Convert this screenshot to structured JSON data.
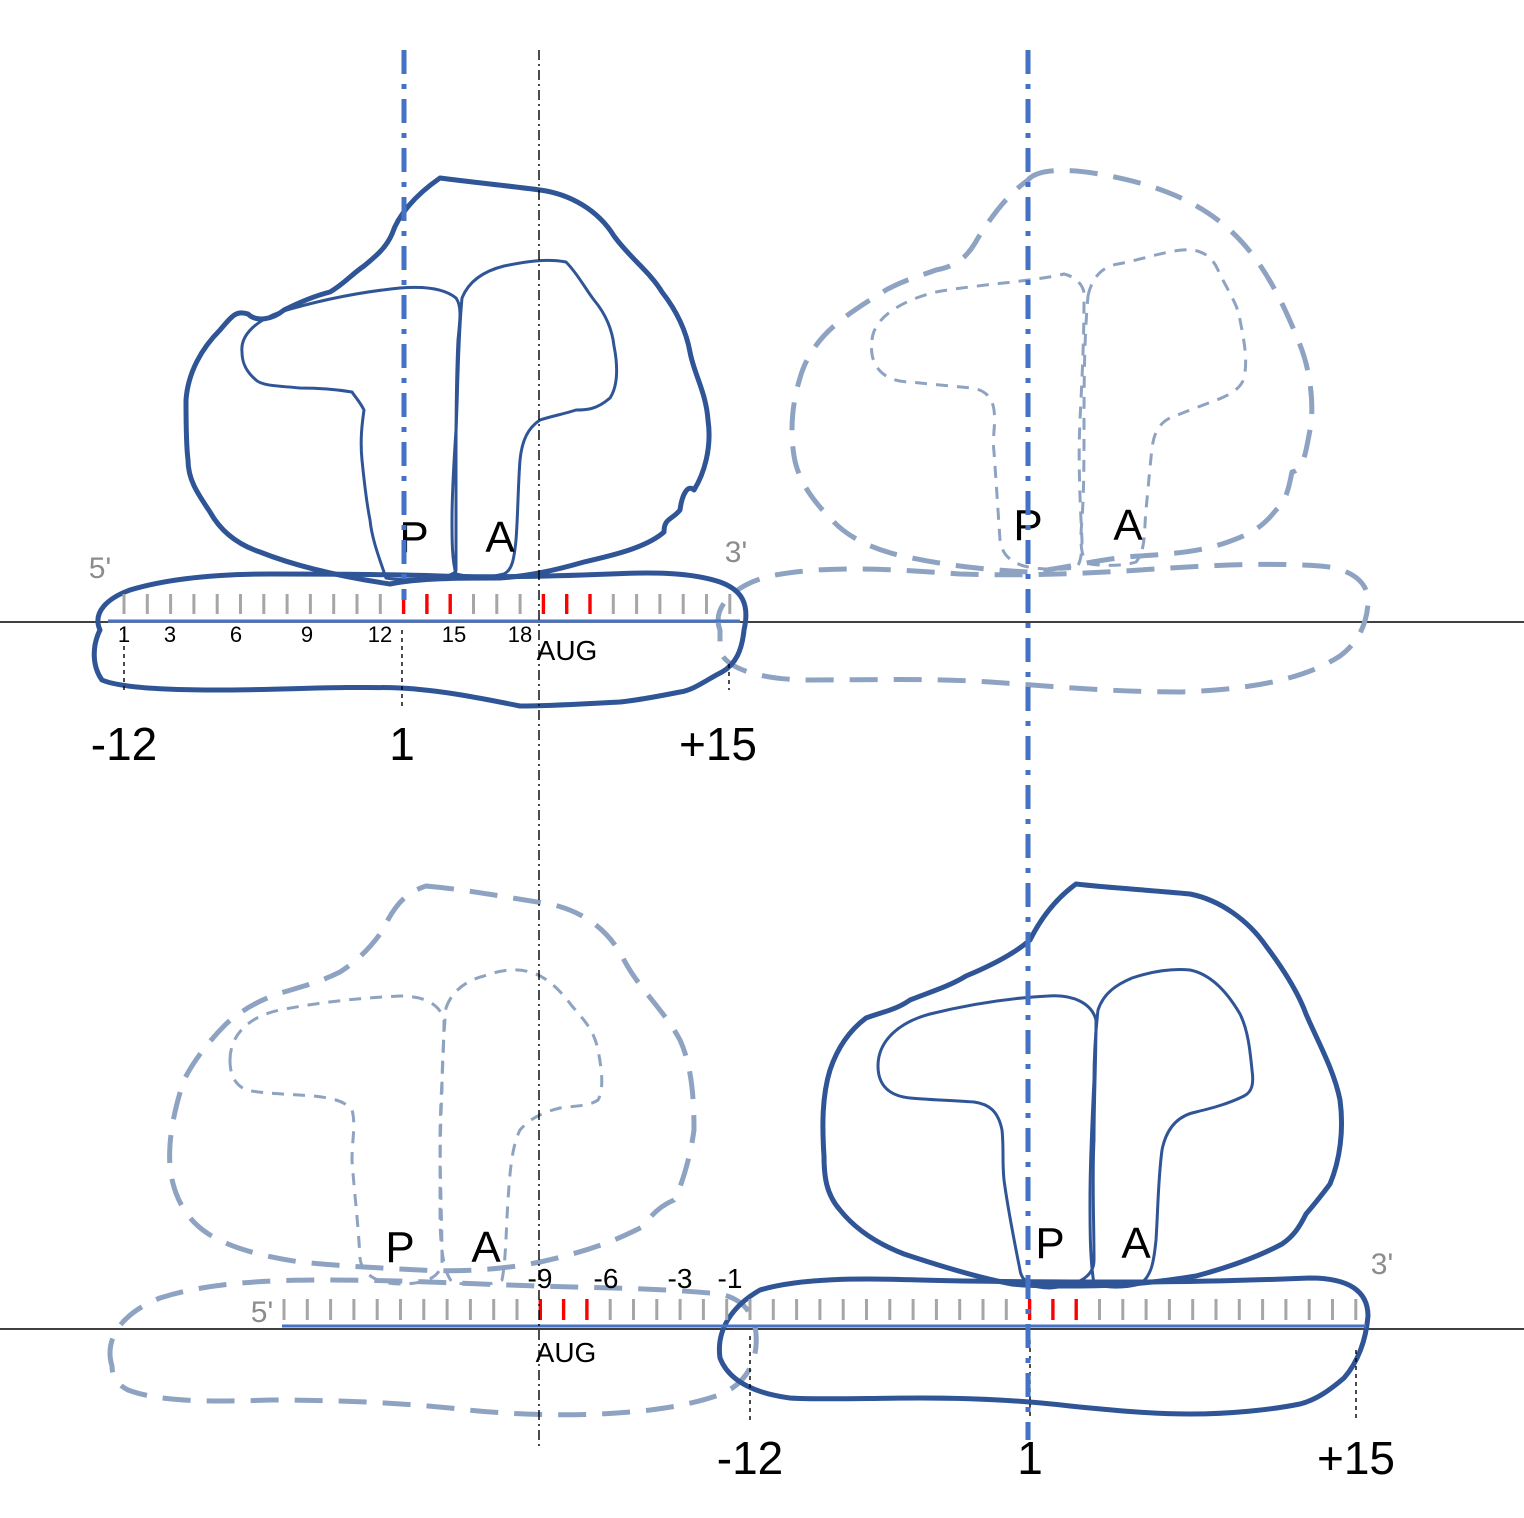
{
  "top": {
    "five_prime": "5'",
    "three_prime": "3'",
    "nt_numbers": [
      "1",
      "3",
      "6",
      "9",
      "12",
      "15",
      "18"
    ],
    "codon": "AUG",
    "positions": [
      "-12",
      "1",
      "+15"
    ],
    "site_p": "P",
    "site_a": "A",
    "ghost_site_p": "P",
    "ghost_site_a": "A"
  },
  "bottom": {
    "five_prime": "5'",
    "three_prime": "3'",
    "upstream_numbers": [
      "-9",
      "-6",
      "-3",
      "-1"
    ],
    "codon": "AUG",
    "positions": [
      "-12",
      "1",
      "+15"
    ],
    "site_p": "P",
    "site_a": "A",
    "ghost_site_p": "P",
    "ghost_site_a": "A"
  },
  "colors": {
    "ribosome_solid": "#2f5597",
    "ribosome_ghost": "#8ea3c2",
    "mrna": "#4472c4",
    "start_codon_ticks": "#ff0000",
    "nucleotide_ticks": "#a6a6a6"
  }
}
